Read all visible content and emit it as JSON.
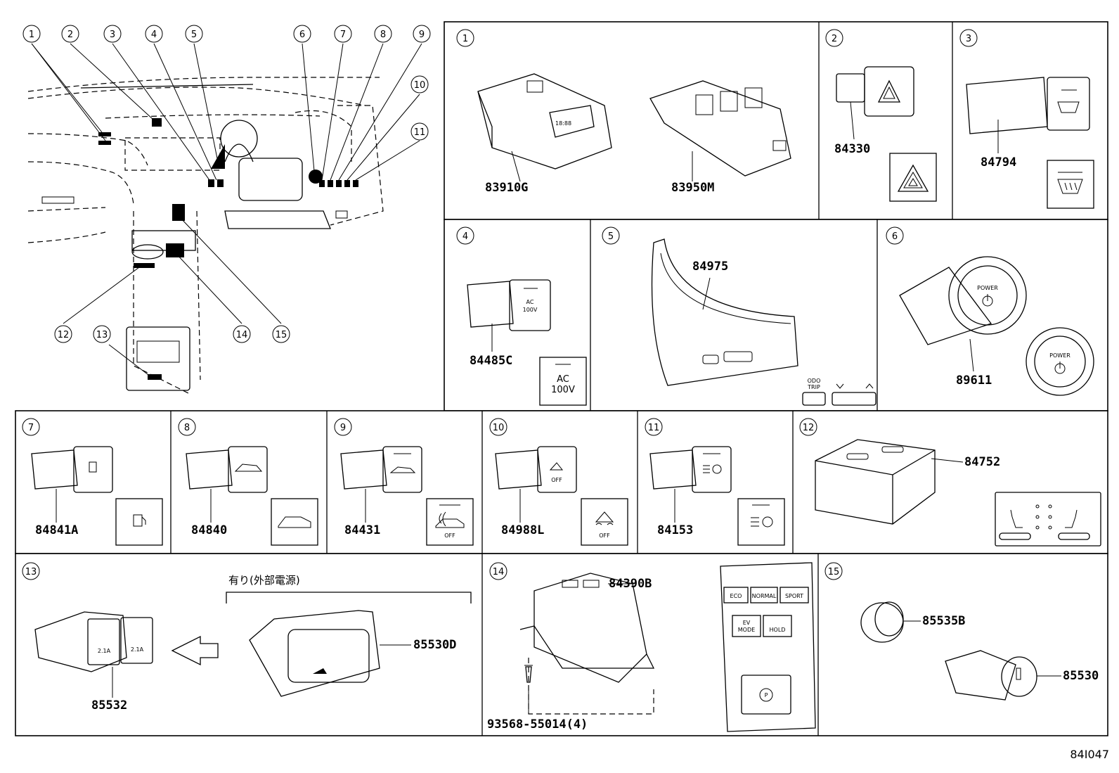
{
  "diagram_id": "84I047",
  "overview_callouts": [
    "1",
    "2",
    "3",
    "4",
    "5",
    "6",
    "7",
    "8",
    "9",
    "10",
    "11",
    "12",
    "13",
    "14",
    "15"
  ],
  "panels": [
    {
      "index": "1",
      "parts": [
        "83910G",
        "83950M"
      ]
    },
    {
      "index": "2",
      "parts": [
        "84330"
      ]
    },
    {
      "index": "3",
      "parts": [
        "84794"
      ]
    },
    {
      "index": "4",
      "parts": [
        "84485C"
      ]
    },
    {
      "index": "5",
      "parts": [
        "84975"
      ]
    },
    {
      "index": "6",
      "parts": [
        "89611"
      ]
    },
    {
      "index": "7",
      "parts": [
        "84841A"
      ]
    },
    {
      "index": "8",
      "parts": [
        "84840"
      ]
    },
    {
      "index": "9",
      "parts": [
        "84431"
      ]
    },
    {
      "index": "10",
      "parts": [
        "84988L"
      ]
    },
    {
      "index": "11",
      "parts": [
        "84153"
      ]
    },
    {
      "index": "12",
      "parts": [
        "84752"
      ]
    },
    {
      "index": "13",
      "parts": [
        "85532",
        "85530D"
      ]
    },
    {
      "index": "14",
      "parts": [
        "84390B",
        "93568-55014(4)"
      ]
    },
    {
      "index": "15",
      "parts": [
        "85535B",
        "85530"
      ]
    }
  ],
  "labels": {
    "ac100v_a": "AC",
    "ac100v_b": "100V",
    "odo_a": "ODO",
    "odo_b": "TRIP",
    "power": "POWER",
    "off": "OFF",
    "option_note": "有り(外部電源)",
    "usb_a": "2.1A",
    "usb_b": "2.1A",
    "eco": "ECO",
    "normal": "NORMAL",
    "sport": "SPORT",
    "ev_a": "EV",
    "ev_b": "MODE",
    "hold": "HOLD",
    "p": "P",
    "display": "18:88"
  }
}
